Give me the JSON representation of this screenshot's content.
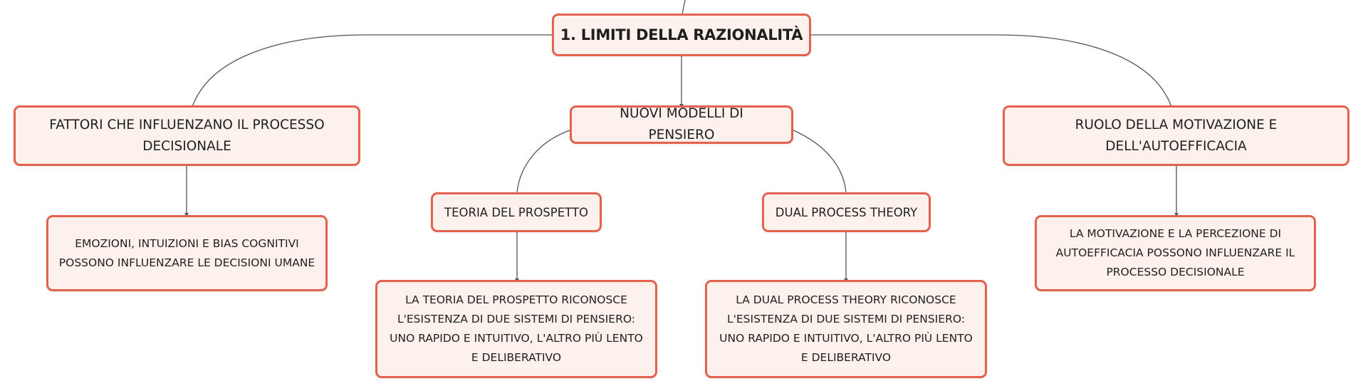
{
  "diagram": {
    "root": {
      "label": "1. LIMITI DELLA RAZIONALITÀ"
    },
    "branches": [
      {
        "label": "FATTORI CHE INFLUENZANO IL PROCESSO DECISIONALE",
        "detail": "EMOZIONI, INTUIZIONI E BIAS COGNITIVI POSSONO INFLUENZARE LE DECISIONI UMANE"
      },
      {
        "label": "NUOVI MODELLI DI PENSIERO",
        "children": [
          {
            "label": "TEORIA DEL PROSPETTO",
            "detail": "LA TEORIA DEL PROSPETTO RICONOSCE L'ESISTENZA DI DUE SISTEMI DI PENSIERO: UNO RAPIDO E INTUITIVO, L'ALTRO PIÙ LENTO E DELIBERATIVO"
          },
          {
            "label": "DUAL PROCESS THEORY",
            "detail": "LA DUAL PROCESS THEORY RICONOSCE L'ESISTENZA DI DUE SISTEMI DI PENSIERO: UNO RAPIDO E INTUITIVO, L'ALTRO PIÙ LENTO E DELIBERATIVO"
          }
        ]
      },
      {
        "label": "RUOLO DELLA MOTIVAZIONE E DELL'AUTOEFFICACIA",
        "detail": "LA MOTIVAZIONE E LA PERCEZIONE DI AUTOEFFICACIA POSSONO INFLUENZARE IL PROCESSO DECISIONALE"
      }
    ]
  },
  "colors": {
    "node_border": "#e4604f",
    "node_fill": "#fdf1ec",
    "connector": "#555555",
    "text": "#1f1f1f"
  }
}
